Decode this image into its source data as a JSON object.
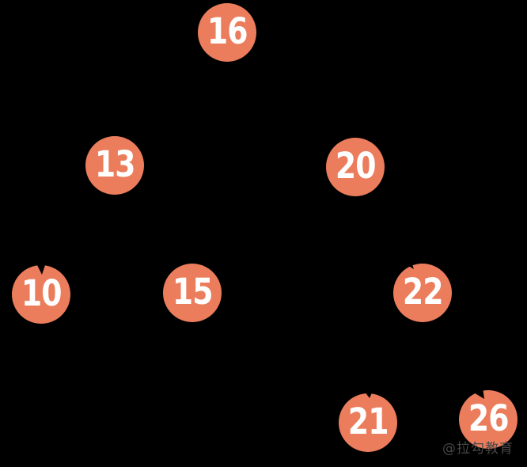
{
  "page": {
    "background": "#000000"
  },
  "diagram": {
    "type": "binary-tree",
    "node_fill": "#EB7D5C",
    "node_text_color": "#FFFFFF",
    "edge_color": "#000000",
    "nodes": [
      {
        "id": "16",
        "value": "16"
      },
      {
        "id": "13",
        "value": "13"
      },
      {
        "id": "20",
        "value": "20"
      },
      {
        "id": "10",
        "value": "10"
      },
      {
        "id": "15",
        "value": "15"
      },
      {
        "id": "22",
        "value": "22"
      },
      {
        "id": "21",
        "value": "21"
      },
      {
        "id": "26",
        "value": "26"
      }
    ],
    "edges": [
      {
        "from": "16",
        "to": "13",
        "side": "left"
      },
      {
        "from": "16",
        "to": "20",
        "side": "right"
      },
      {
        "from": "13",
        "to": "10",
        "side": "left"
      },
      {
        "from": "13",
        "to": "15",
        "side": "right"
      },
      {
        "from": "20",
        "to": "22",
        "side": "right"
      },
      {
        "from": "22",
        "to": "21",
        "side": "left"
      },
      {
        "from": "22",
        "to": "26",
        "side": "right"
      }
    ]
  },
  "watermark": {
    "text": "@拉勾教育",
    "color": "#474747"
  }
}
